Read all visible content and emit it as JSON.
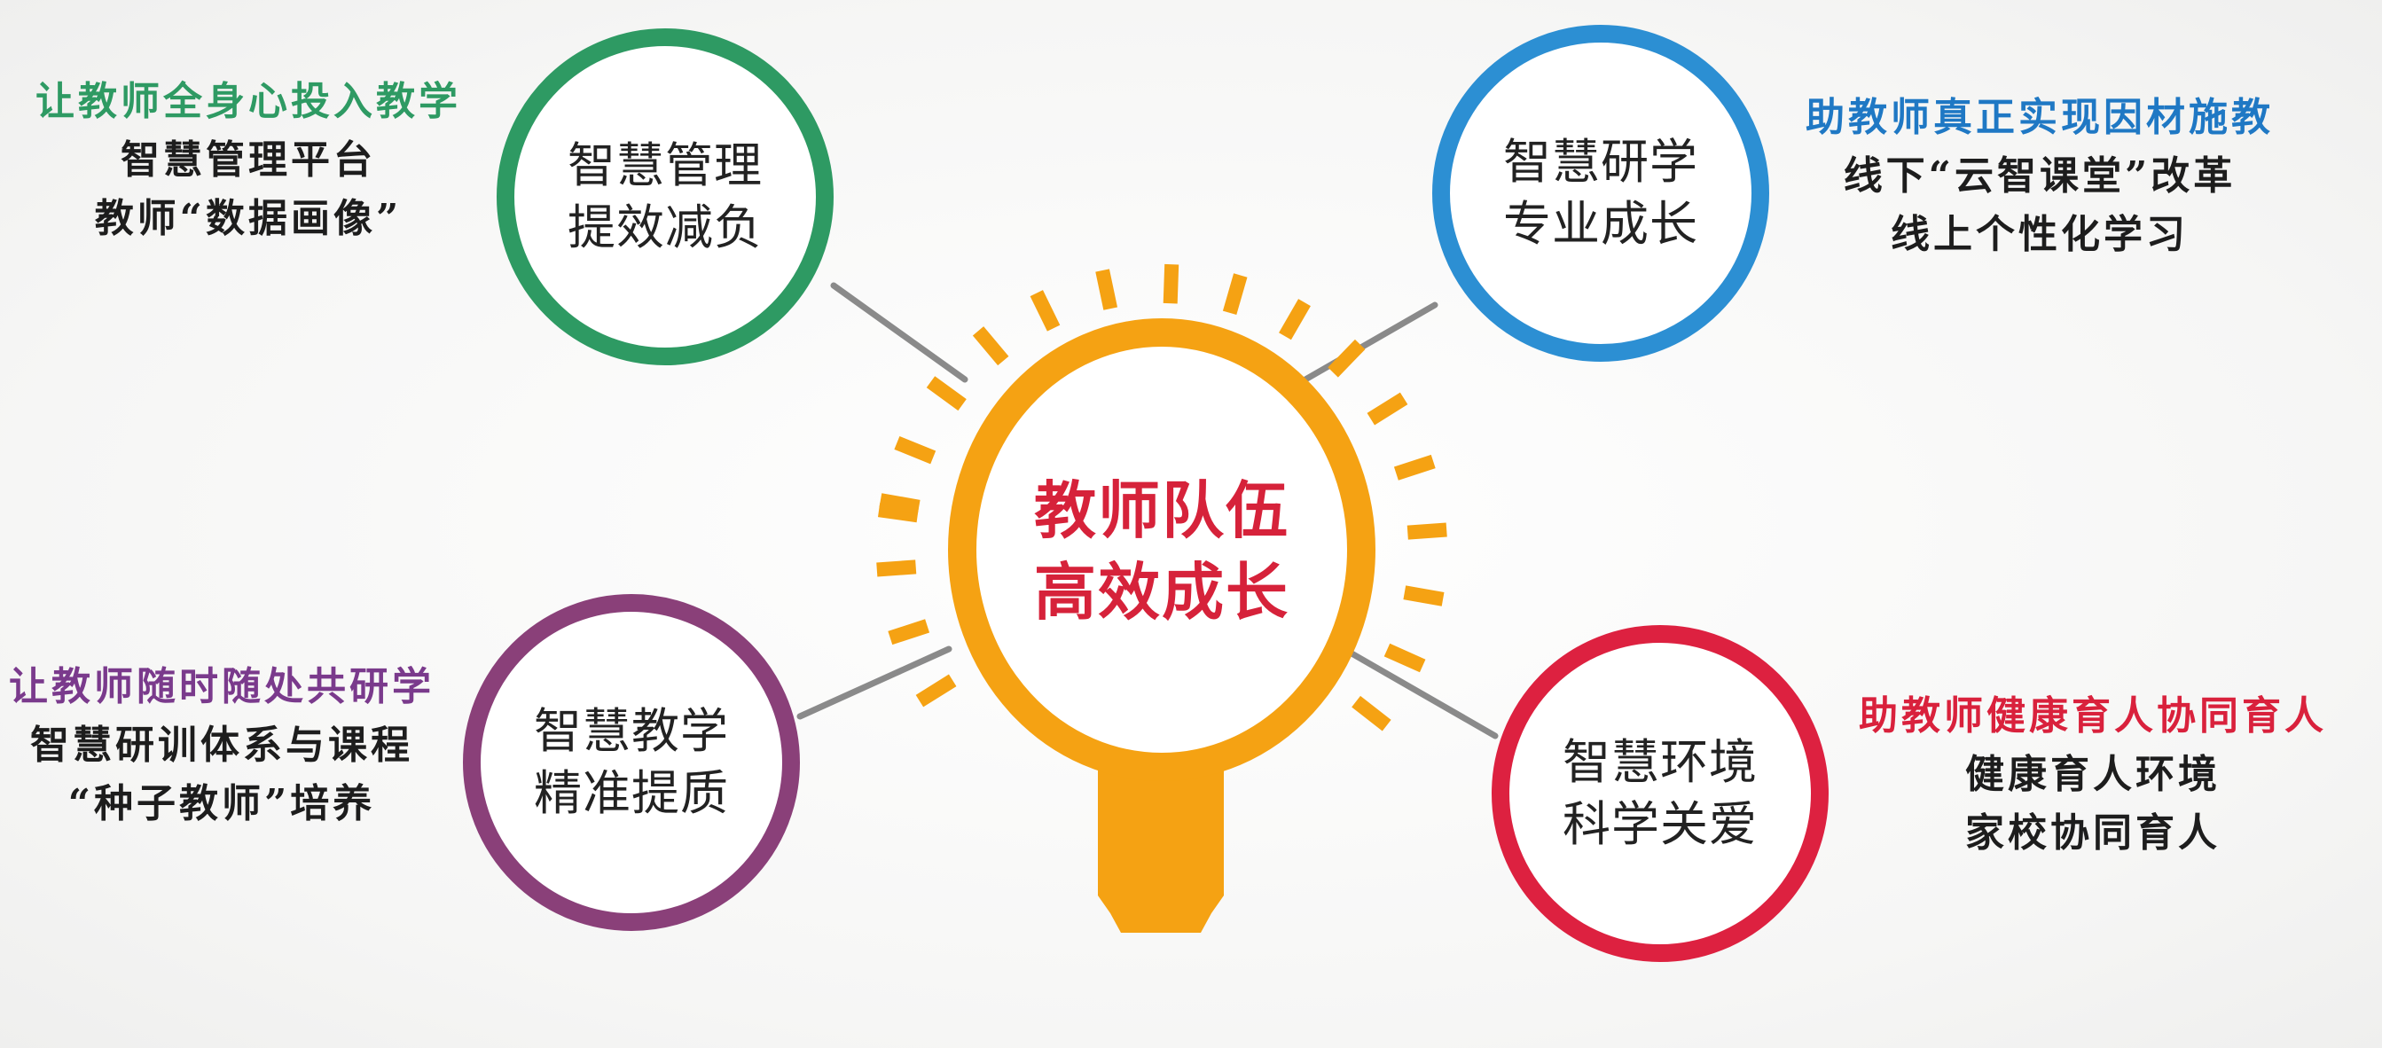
{
  "center": {
    "line1": "教师队伍",
    "line2": "高效成长",
    "color": "#d6223a",
    "bulb_color": "#f5a213"
  },
  "nodes": [
    {
      "id": "management",
      "line1": "智慧管理",
      "line2": "提效减负",
      "ring_color": "#2e9a63",
      "side": {
        "lead": "让教师全身心投入教学",
        "lead_color": "#2e9a63",
        "lines": [
          "智慧管理平台",
          "教师“数据画像”"
        ]
      }
    },
    {
      "id": "research",
      "line1": "智慧研学",
      "line2": "专业成长",
      "ring_color": "#2c8fd3",
      "side": {
        "lead": "助教师真正实现因材施教",
        "lead_color": "#1f78c4",
        "lines": [
          "线下“云智课堂”改革",
          "线上个性化学习"
        ]
      }
    },
    {
      "id": "teaching",
      "line1": "智慧教学",
      "line2": "精准提质",
      "ring_color": "#8a4079",
      "side": {
        "lead": "让教师随时随处共研学",
        "lead_color": "#7a3a8c",
        "lines": [
          "智慧研训体系与课程",
          "“种子教师”培养"
        ]
      }
    },
    {
      "id": "environment",
      "line1": "智慧环境",
      "line2": "科学关爱",
      "ring_color": "#dd2140",
      "side": {
        "lead": "助教师健康育人协同育人",
        "lead_color": "#d9213c",
        "lines": [
          "健康育人环境",
          "家校协同育人"
        ]
      }
    }
  ],
  "connector_color": "#8a8a8a"
}
